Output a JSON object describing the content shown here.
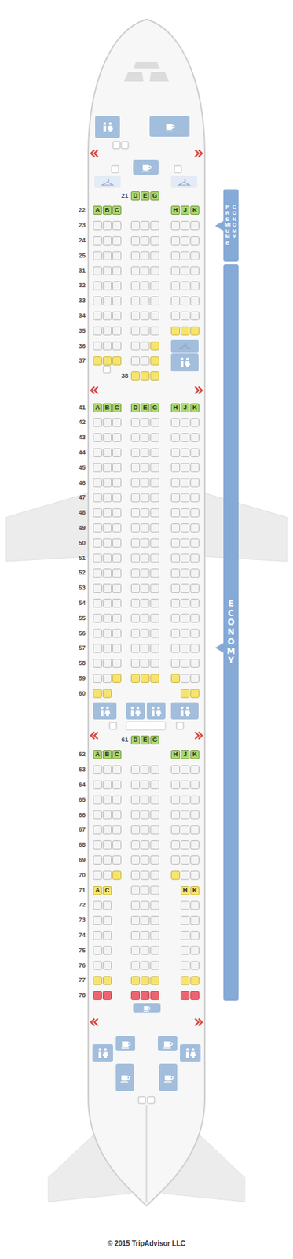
{
  "diagram": {
    "nodes": [
      {
        "text": [
          "D"
        ]
      },
      {
        "text": [
          "E"
        ]
      },
      {
        "text": [
          "G"
        ]
      },
      {
        "text": [
          "A"
        ]
      },
      {
        "text": [
          "B"
        ]
      },
      {
        "text": [
          "C"
        ]
      },
      {
        "text": [
          "H"
        ]
      },
      {
        "text": [
          "J"
        ]
      },
      {
        "text": [
          "K"
        ]
      },
      {
        "text": [
          "PREMIUM ECONOMY"
        ]
      },
      {
        "text": [
          "A"
        ]
      },
      {
        "text": [
          "B"
        ]
      },
      {
        "text": [
          "C"
        ]
      },
      {
        "text": [
          "D"
        ]
      },
      {
        "text": [
          "E"
        ]
      },
      {
        "text": [
          "G"
        ]
      },
      {
        "text": [
          "H"
        ]
      },
      {
        "text": [
          "J"
        ]
      },
      {
        "text": [
          "K"
        ]
      },
      {
        "text": [
          "ECONOMY"
        ]
      },
      {
        "text": [
          "D"
        ]
      },
      {
        "text": [
          "E"
        ]
      },
      {
        "text": [
          "G"
        ]
      },
      {
        "text": [
          "A"
        ]
      },
      {
        "text": [
          "B"
        ]
      },
      {
        "text": [
          "C"
        ]
      },
      {
        "text": [
          "H"
        ]
      },
      {
        "text": [
          "J"
        ]
      },
      {
        "text": [
          "K"
        ]
      },
      {
        "text": [
          "A"
        ]
      },
      {
        "text": [
          "C"
        ]
      },
      {
        "text": [
          "H"
        ]
      },
      {
        "text": [
          "K"
        ]
      }
    ],
    "labels": [
      "21",
      "22",
      "23",
      "24",
      "25",
      "31",
      "32",
      "33",
      "34",
      "35",
      "36",
      "37",
      "38",
      "41",
      "42",
      "43",
      "44",
      "45",
      "46",
      "47",
      "48",
      "49",
      "50",
      "51",
      "52",
      "53",
      "54",
      "55",
      "56",
      "57",
      "58",
      "59",
      "60",
      "61",
      "62",
      "63",
      "64",
      "65",
      "66",
      "67",
      "68",
      "69",
      "70",
      "71",
      "72",
      "73",
      "74",
      "75",
      "76",
      "77",
      "78",
      "© 2015 TripAdvisor LLC"
    ]
  }
}
